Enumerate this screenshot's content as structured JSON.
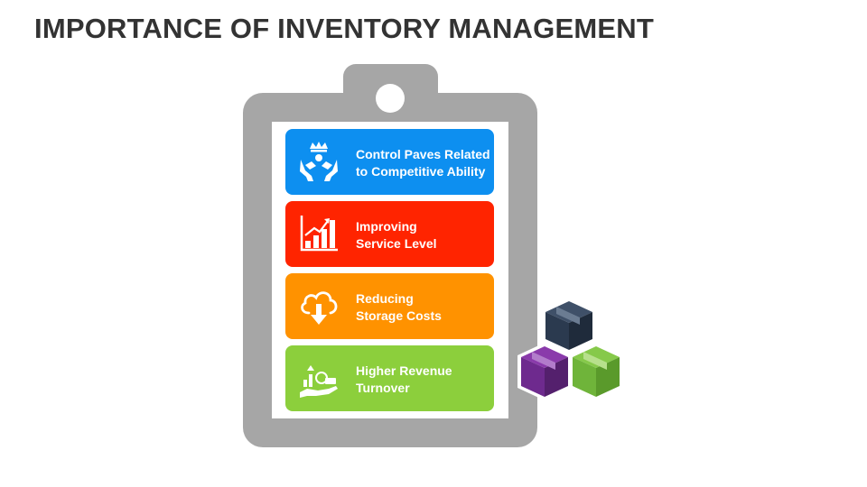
{
  "title": "IMPORTANCE OF INVENTORY MANAGEMENT",
  "colors": {
    "board": "#a6a6a6",
    "blue": "#0d8ff0",
    "red": "#ff2400",
    "orange": "#ff9200",
    "green": "#8ccf3c",
    "box_navy": "#2b3a4f",
    "box_purple": "#6e2a8e",
    "box_green": "#6fb43a"
  },
  "cards": [
    {
      "line1": "Control Paves Related",
      "line2": "to Competitive Ability",
      "color": "#0d8ff0",
      "icon": "hands-crown-icon"
    },
    {
      "line1": "Improving",
      "line2": "Service Level",
      "color": "#ff2400",
      "icon": "bar-chart-growth-icon"
    },
    {
      "line1": "Reducing",
      "line2": "Storage Costs",
      "color": "#ff9200",
      "icon": "cloud-download-icon"
    },
    {
      "line1": "Higher Revenue",
      "line2": "Turnover",
      "color": "#8ccf3c",
      "icon": "hand-money-growth-icon"
    }
  ],
  "decor": {
    "boxes_icon": "stacked-boxes-icon"
  }
}
